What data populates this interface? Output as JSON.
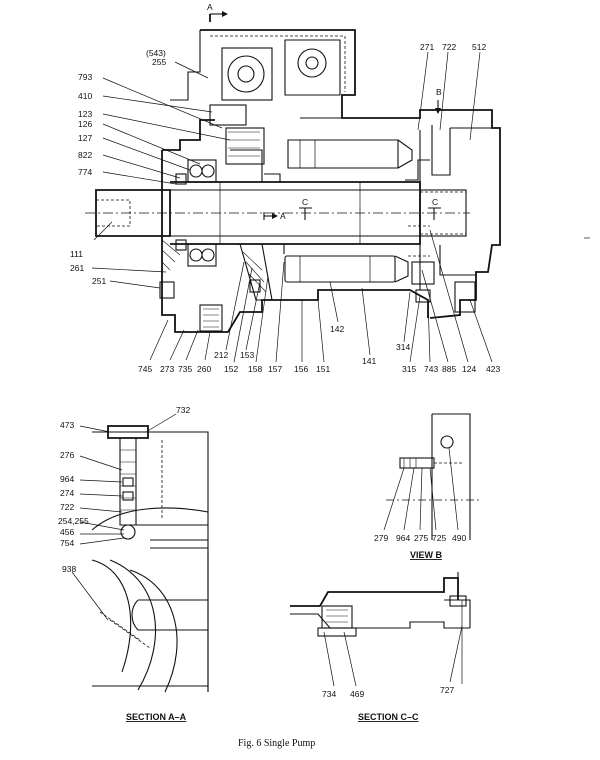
{
  "figure": {
    "caption": "Fig. 6  Single Pump"
  },
  "main_view": {
    "section_markers": {
      "a_top": "A",
      "a_mid": "A",
      "b": "B",
      "c_left": "C",
      "c_right": "C"
    },
    "callouts": [
      "(543)",
      "255",
      "793",
      "410",
      "123",
      "126",
      "127",
      "822",
      "774",
      "111",
      "261",
      "251",
      "271",
      "722",
      "512",
      "745",
      "273",
      "735",
      "260",
      "212",
      "152",
      "153",
      "158",
      "157",
      "156",
      "151",
      "142",
      "141",
      "314",
      "315",
      "743",
      "885",
      "124",
      "423"
    ]
  },
  "section_aa": {
    "title": "SECTION A–A",
    "callouts": [
      "473",
      "732",
      "276",
      "964",
      "274",
      "722",
      "254,255",
      "456",
      "754",
      "938"
    ]
  },
  "view_b": {
    "title": "VIEW B",
    "callouts": [
      "279",
      "964",
      "275",
      "725",
      "490"
    ]
  },
  "section_cc": {
    "title": "SECTION C–C",
    "callouts": [
      "734",
      "469",
      "727"
    ]
  }
}
